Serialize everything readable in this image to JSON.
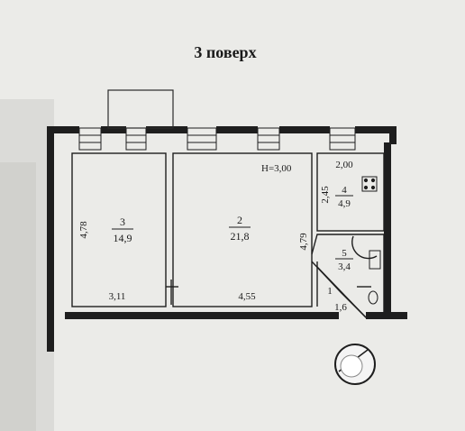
{
  "header": {
    "title": "3 поверх"
  },
  "ceiling": "H=3,00",
  "rooms": [
    {
      "number": "3",
      "area": "14,9"
    },
    {
      "number": "2",
      "area": "21,8"
    },
    {
      "number": "4",
      "area": "4,9"
    },
    {
      "number": "5",
      "area": "3,4"
    },
    {
      "number": "1",
      "area": "1,6"
    }
  ],
  "dimensions": {
    "room3_height": "4,78",
    "room3_width": "3,11",
    "room2_width": "4,55",
    "room2_height": "4,79",
    "room4_width": "2,00",
    "room4_height": "2,45"
  }
}
